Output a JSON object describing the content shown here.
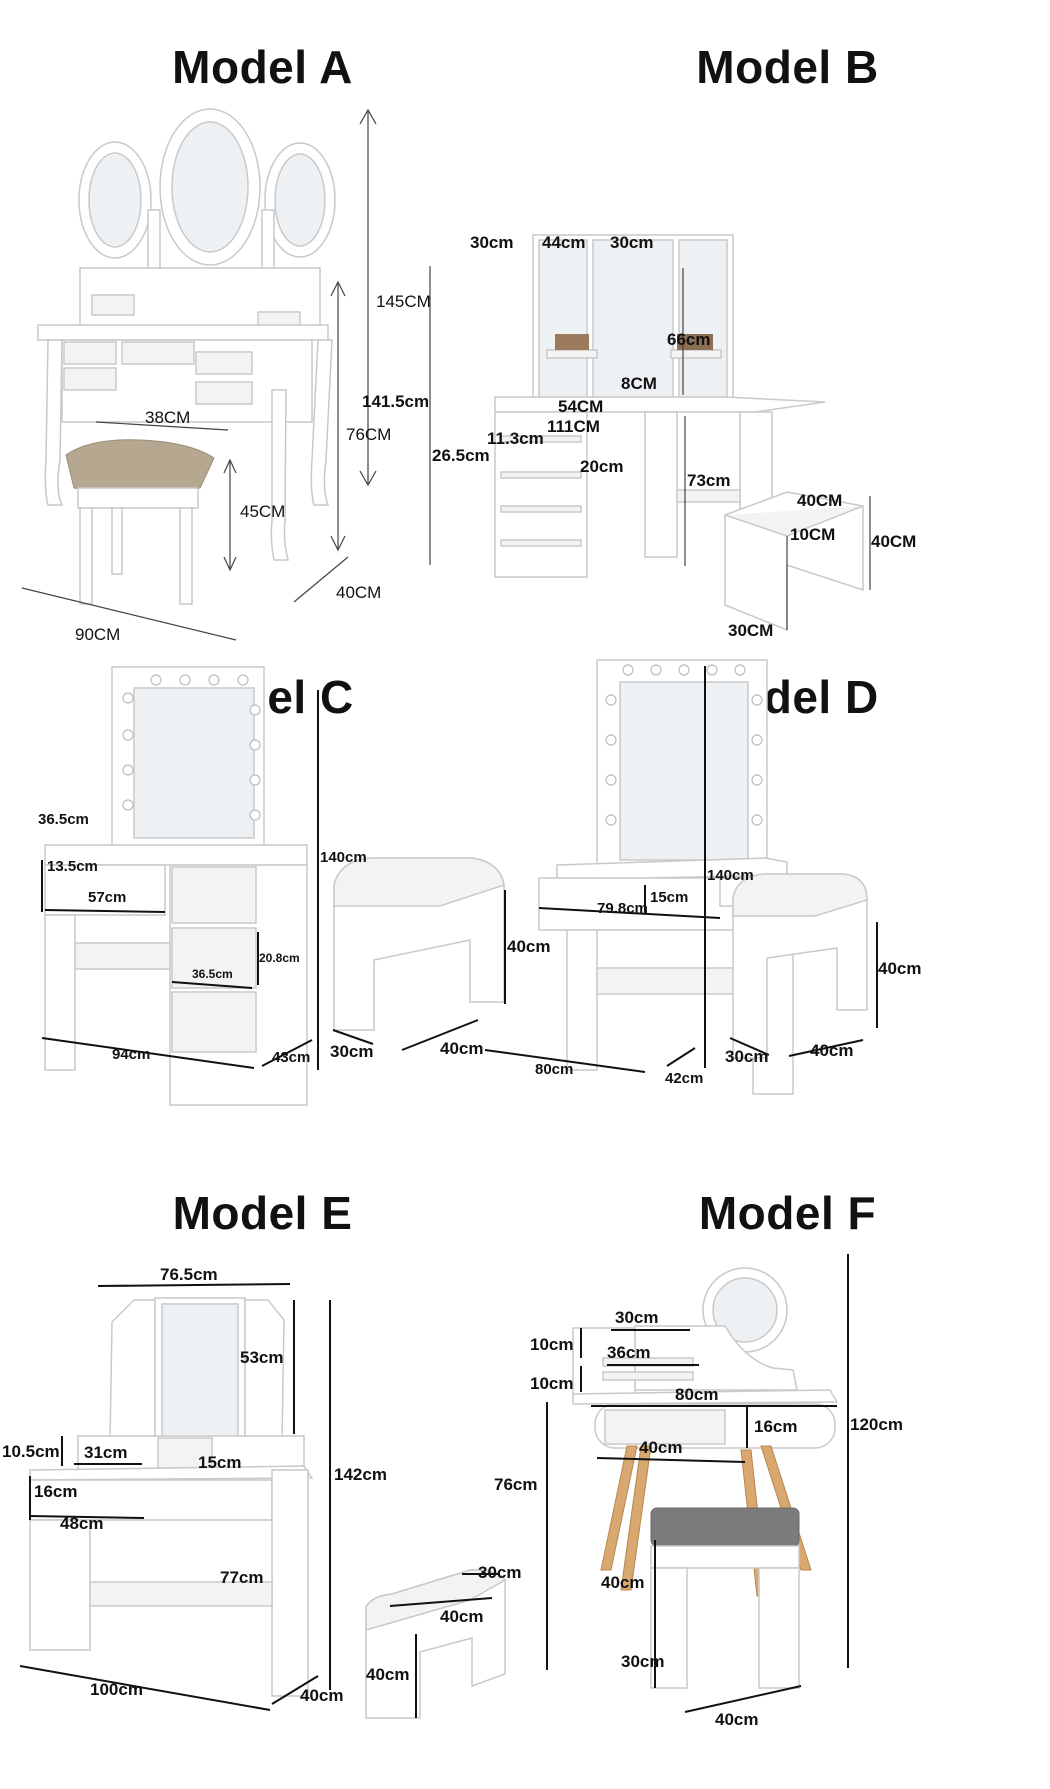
{
  "models": {
    "a": {
      "title": "Model A",
      "dims": {
        "total_height": "145CM",
        "table_height": "76CM",
        "stool_width": "38CM",
        "stool_height": "45CM",
        "width": "90CM",
        "depth": "40CM"
      }
    },
    "b": {
      "title": "Model B",
      "dims": {
        "side_left": "30cm",
        "center": "44cm",
        "side_right": "30cm",
        "mirror_height": "66cm",
        "shelf": "8CM",
        "total_height": "141.5cm",
        "top_thick": "54CM",
        "drawer_h": "11.3cm",
        "width": "111CM",
        "drawer_w": "26.5cm",
        "opening": "20cm",
        "table_height": "73cm",
        "stool_w": "40CM",
        "stool_gap": "10CM",
        "stool_h": "40CM",
        "stool_d": "30CM"
      }
    },
    "c": {
      "title": "Model C",
      "dims": {
        "side": "36.5cm",
        "drawer_h": "13.5cm",
        "drawer_w": "57cm",
        "total_height": "140cm",
        "small_drawer_w": "36.5cm",
        "small_drawer_h": "20.8cm",
        "width": "94cm",
        "depth": "43cm",
        "stool_h": "40cm",
        "stool_d": "30cm",
        "stool_w": "40cm"
      }
    },
    "d": {
      "title": "Model D",
      "dims": {
        "total_height": "140cm",
        "drawer_w": "79.8cm",
        "drawer_h": "15cm",
        "width": "80cm",
        "depth": "42cm",
        "stool_h": "40cm",
        "stool_d": "30cm",
        "stool_w": "40cm"
      }
    },
    "e": {
      "title": "Model E",
      "dims": {
        "mirror_w": "76.5cm",
        "mirror_h": "53cm",
        "total_height": "142cm",
        "shelf_h": "10.5cm",
        "shelf_w": "31cm",
        "shelf_small": "15cm",
        "drawer_h": "16cm",
        "drawer_w": "48cm",
        "table_height": "77cm",
        "width": "100cm",
        "depth": "40cm",
        "stool_d": "30cm",
        "stool_w": "40cm",
        "stool_h": "40cm"
      }
    },
    "f": {
      "title": "Model F",
      "dims": {
        "shelf_w": "30cm",
        "shelf_gap1": "10cm",
        "shelf_w2": "36cm",
        "shelf_gap2": "10cm",
        "top_w": "80cm",
        "drawer_h": "16cm",
        "drawer_w": "40cm",
        "total_height": "120cm",
        "table_height": "76cm",
        "stool_h": "40cm",
        "stool_d": "30cm",
        "stool_w": "40cm"
      }
    }
  }
}
